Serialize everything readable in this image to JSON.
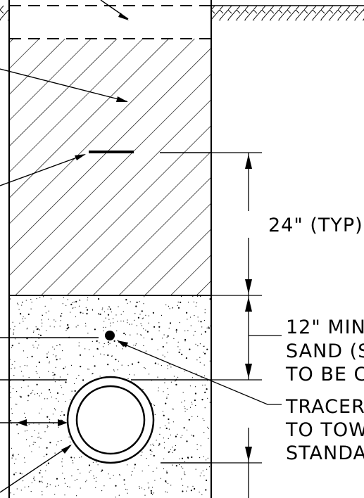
{
  "labels": {
    "dimension_24": "24\" (TYP)",
    "note_sand_line1": "12\" MIN",
    "note_sand_line2": "SAND (S",
    "note_sand_line3": "TO BE C",
    "note_tracer_line1": "TRACER",
    "note_tracer_line2": "TO TOW",
    "note_tracer_line3": "STANDA"
  },
  "colors": {
    "ink": "#000000",
    "paper": "#ffffff"
  }
}
